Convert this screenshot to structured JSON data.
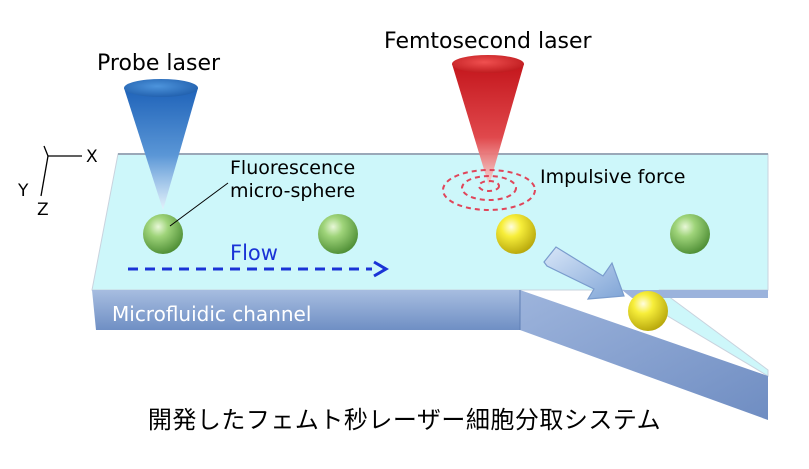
{
  "labels": {
    "probe_laser": "Probe laser",
    "femtosecond_laser": "Femtosecond laser",
    "fluorescence_line1": "Fluorescence",
    "fluorescence_line2": "micro-sphere",
    "impulsive_force": "Impulsive force",
    "flow": "Flow",
    "channel": "Microfluidic channel",
    "axis_x": "X",
    "axis_y": "Y",
    "axis_z": "Z"
  },
  "caption": "開発したフェムト秒レーザー細胞分取システム",
  "colors": {
    "channel_fill": "#cdf7fa",
    "channel_wall": "#7f9fcc",
    "probe_beam": "#2b72c6",
    "femto_beam": "#d81f1f",
    "green_sphere": "#7fc35a",
    "yellow_sphere": "#f0e51a",
    "flow_arrow": "#1a33d6",
    "ring": "#e0455a"
  }
}
